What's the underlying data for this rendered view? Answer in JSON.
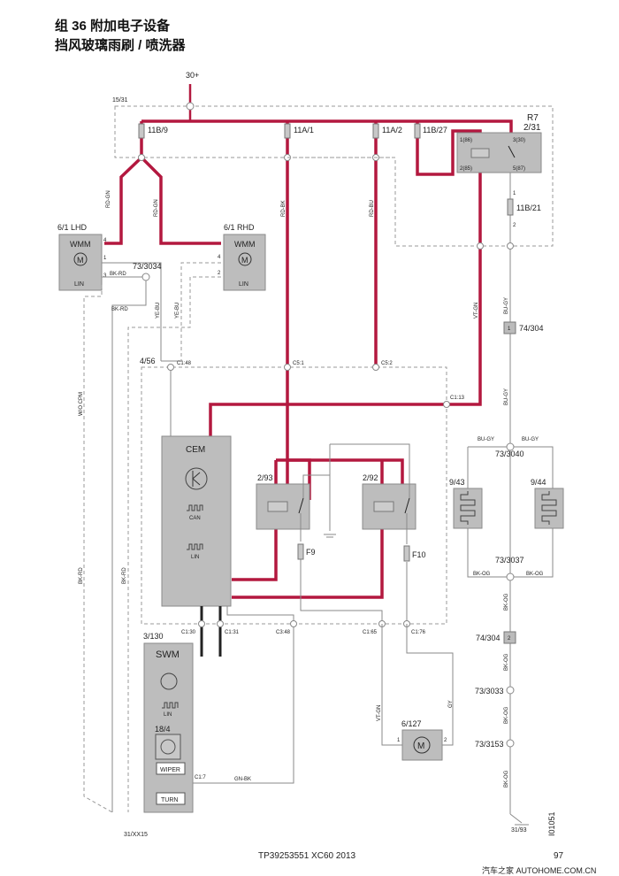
{
  "header": {
    "line1": "组 36 附加电子设备",
    "line2": "挡风玻璃雨刷 / 喷洗器"
  },
  "labels": {
    "supply": "30+",
    "fusebox": "15/31",
    "f_11b9": "11B/9",
    "f_11a1": "11A/1",
    "f_11a2": "11A/2",
    "f_11b27": "11B/27",
    "f_11b21": "11B/21",
    "relay_r7": "R7",
    "relay_r7_id": "2/31",
    "r7_p1": "1(86)",
    "r7_p2": "2(85)",
    "r7_p3": "3(30)",
    "r7_p5": "5(87)",
    "pin1": "1",
    "pin2": "2",
    "pin3": "3",
    "pin4": "4",
    "wmm_lhd_id": "6/1 LHD",
    "wmm_rhd_id": "6/1 RHD",
    "wmm": "WMM",
    "motor": "M",
    "lin": "LIN",
    "can": "CAN",
    "splice_3034": "73/3034",
    "splice_3040": "73/3040",
    "splice_3037": "73/3037",
    "splice_3033": "73/3033",
    "splice_3153": "73/3153",
    "conn_74_304": "74/304",
    "conn_pin1": "1",
    "conn_pin2": "2",
    "w_rdgn": "RD-GN",
    "w_rdbk": "RD-BK",
    "w_rdbu": "RD-BU",
    "w_vtgn": "VT-GN",
    "w_bugy": "BU-GY",
    "w_bkrd": "BK-RD",
    "w_yebu": "YE-BU",
    "w_bkog": "BK-OG",
    "w_gnbk": "GN-BK",
    "w_gy": "GY",
    "w_wocpm": "W/O CPM",
    "cem_box": "4/56",
    "cem": "CEM",
    "c148": "C1:48",
    "c51": "C5:1",
    "c52": "C5:2",
    "c113": "C1:13",
    "c130": "C1:30",
    "c131": "C1:31",
    "c348": "C3:48",
    "c165": "C1:65",
    "c176": "C1:76",
    "c17": "C1:7",
    "relay_293": "2/93",
    "relay_292": "2/92",
    "f9": "F9",
    "f10": "F10",
    "heater_943": "9/43",
    "heater_944": "9/44",
    "swm_id": "3/130",
    "swm": "SWM",
    "sw_184": "18/4",
    "wiper": "WIPER",
    "turn": "TURN",
    "pump_id": "6/127",
    "gnd_xx15": "31/XX15",
    "gnd_93": "31/93",
    "doc_id": "I01051"
  },
  "footer": {
    "doc": "TP39253551 XC60 2013",
    "page": "97",
    "watermark": "汽车之家 AUTOHOME.COM.CN"
  }
}
